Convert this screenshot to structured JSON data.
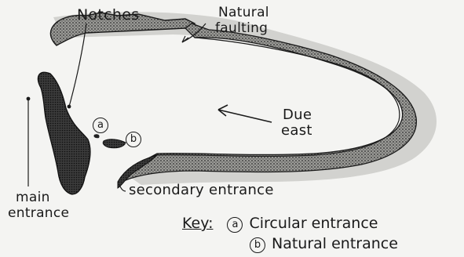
{
  "labels": {
    "notches": "Notches",
    "natural_faulting_line1": "Natural",
    "natural_faulting_line2": "faulting",
    "due_east_line1": "Due",
    "due_east_line2": "east",
    "main_entrance_line1": "main",
    "main_entrance_line2": "entrance",
    "secondary_entrance": "secondary entrance"
  },
  "markers": {
    "a": "a",
    "b": "b"
  },
  "key": {
    "title": "Key:",
    "items": [
      {
        "marker": "a",
        "text": "Circular entrance"
      },
      {
        "marker": "b",
        "text": "Natural entrance"
      }
    ]
  }
}
